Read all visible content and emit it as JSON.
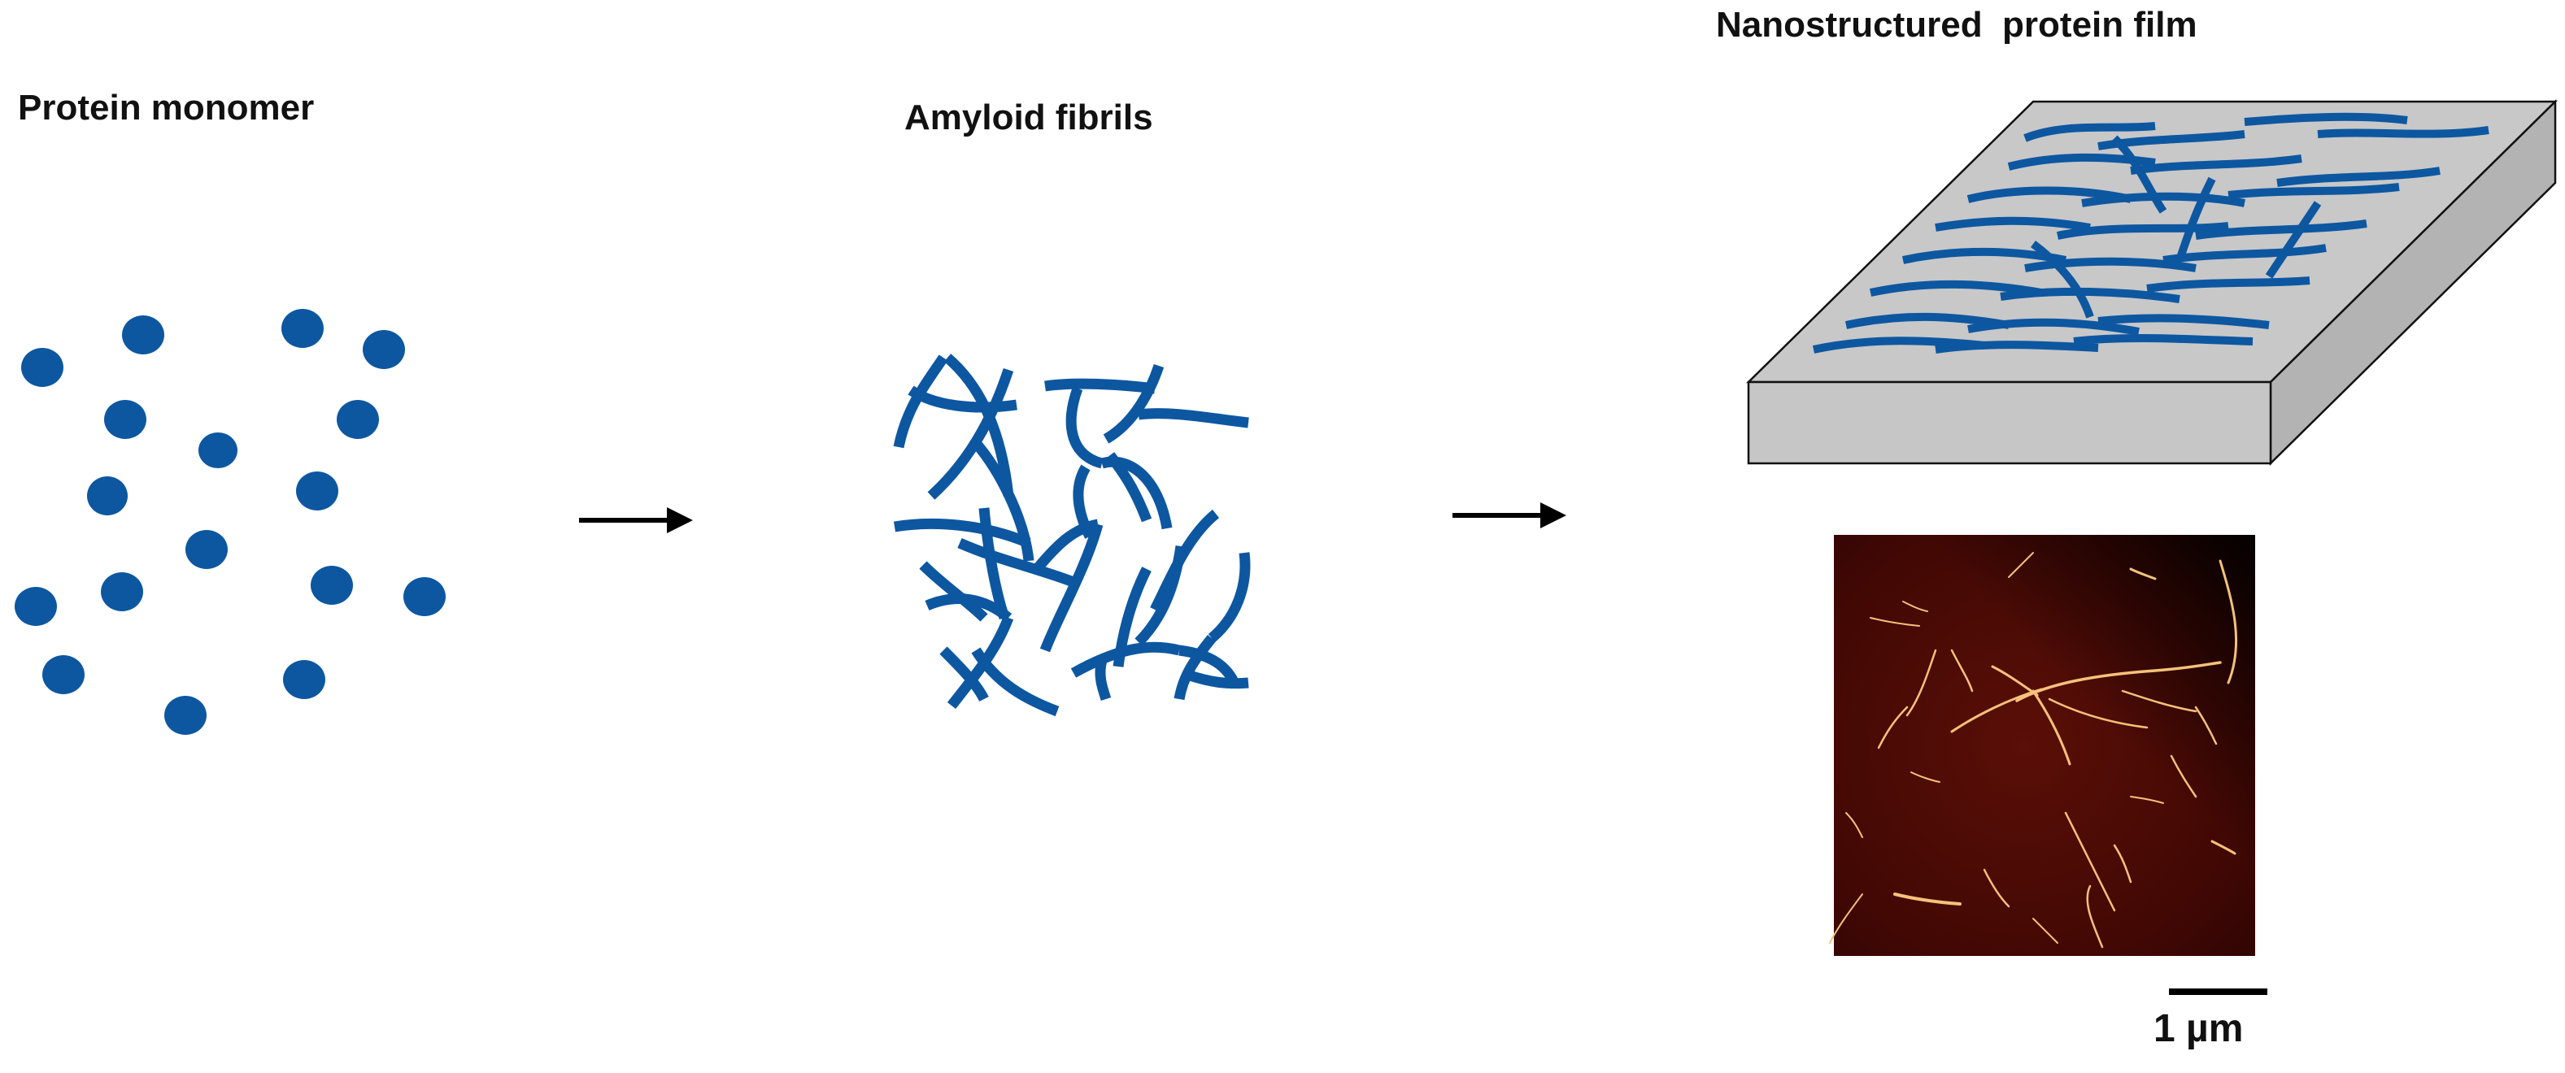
{
  "labels": {
    "monomer": "Protein monomer",
    "fibrils": "Amyloid fibrils",
    "film": "Nanostructured  protein film",
    "scale": "1 µm"
  },
  "colors": {
    "protein_blue": "#0d57a1",
    "film_top": "#c8c8c8",
    "film_side": "#b4b4b4",
    "film_front": "#c6c6c6",
    "outline": "#111111",
    "arrow": "#000000",
    "afm_background": "#4a0a05",
    "afm_fibril": "#f5c27a"
  },
  "process": {
    "steps": [
      "Protein monomer",
      "Amyloid fibrils",
      "Nanostructured  protein film"
    ],
    "arrow_count": 2
  },
  "micrograph": {
    "scale_bar": "1 µm"
  }
}
